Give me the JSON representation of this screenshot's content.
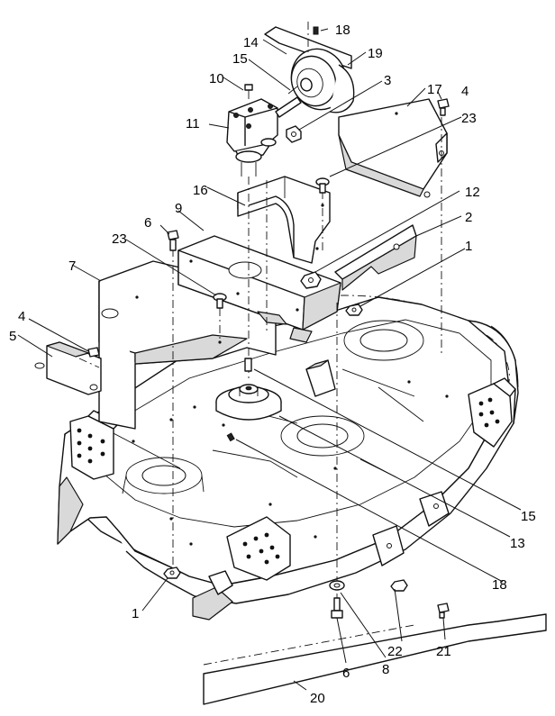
{
  "callouts": [
    {
      "id": "c-18-top",
      "text": "18"
    },
    {
      "id": "c-14",
      "text": "14"
    },
    {
      "id": "c-19",
      "text": "19"
    },
    {
      "id": "c-15-top",
      "text": "15"
    },
    {
      "id": "c-10",
      "text": "10"
    },
    {
      "id": "c-3",
      "text": "3"
    },
    {
      "id": "c-17",
      "text": "17"
    },
    {
      "id": "c-4-right",
      "text": "4"
    },
    {
      "id": "c-11",
      "text": "11"
    },
    {
      "id": "c-23-right",
      "text": "23"
    },
    {
      "id": "c-16",
      "text": "16"
    },
    {
      "id": "c-12",
      "text": "12"
    },
    {
      "id": "c-9",
      "text": "9"
    },
    {
      "id": "c-6-top",
      "text": "6"
    },
    {
      "id": "c-2",
      "text": "2"
    },
    {
      "id": "c-23-left",
      "text": "23"
    },
    {
      "id": "c-1-right",
      "text": "1"
    },
    {
      "id": "c-7",
      "text": "7"
    },
    {
      "id": "c-4-left",
      "text": "4"
    },
    {
      "id": "c-5",
      "text": "5"
    },
    {
      "id": "c-15-right",
      "text": "15"
    },
    {
      "id": "c-13",
      "text": "13"
    },
    {
      "id": "c-18-bottom",
      "text": "18"
    },
    {
      "id": "c-1-left",
      "text": "1"
    },
    {
      "id": "c-22",
      "text": "22"
    },
    {
      "id": "c-21",
      "text": "21"
    },
    {
      "id": "c-6-bottom",
      "text": "6"
    },
    {
      "id": "c-8",
      "text": "8"
    },
    {
      "id": "c-20",
      "text": "20"
    }
  ]
}
